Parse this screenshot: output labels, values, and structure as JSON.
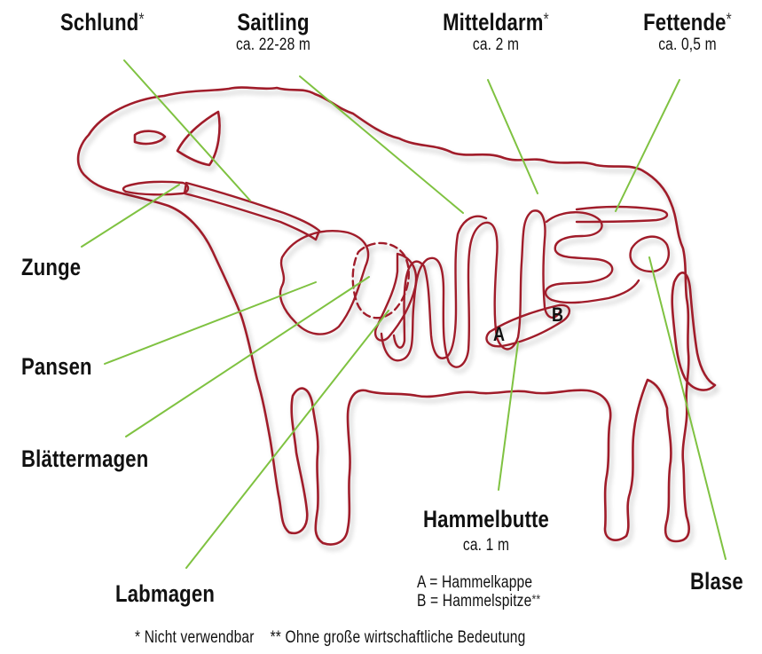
{
  "colors": {
    "outline": "#a01f2a",
    "leader": "#7fc241",
    "text": "#111111"
  },
  "labels": {
    "schlund": {
      "name": "Schlund",
      "mark": "*"
    },
    "saitling": {
      "name": "Saitling",
      "length": "ca. 22-28 m"
    },
    "mitteldarm": {
      "name": "Mitteldarm",
      "mark": "*",
      "length": "ca. 2 m"
    },
    "fettende": {
      "name": "Fettende",
      "mark": "*",
      "length": "ca. 0,5 m"
    },
    "zunge": {
      "name": "Zunge"
    },
    "pansen": {
      "name": "Pansen"
    },
    "blaettermagen": {
      "name": "Blättermagen"
    },
    "labmagen": {
      "name": "Labmagen"
    },
    "hammelbutte": {
      "name": "Hammelbutte",
      "length": "ca. 1 m"
    },
    "blase": {
      "name": "Blase"
    },
    "marker_a": "A",
    "marker_b": "B"
  },
  "legend": {
    "a": "A = Hammelkappe",
    "b": "B = Hammelspitze",
    "b_mark": "**"
  },
  "footnote": {
    "single_mark": "*",
    "single_text": "Nicht verwendbar",
    "double_mark": "**",
    "double_text": "Ohne große wirtschaftliche Bedeutung"
  }
}
